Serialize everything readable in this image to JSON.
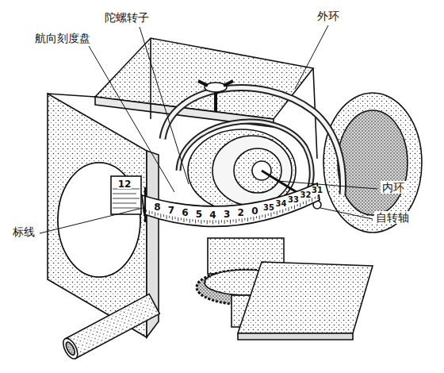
{
  "diagram": {
    "labels": [
      "陀螺转子",
      "外环",
      "航向刻度盘",
      "内环",
      "12",
      "8",
      "7",
      "6",
      "5",
      "4",
      "3",
      "2",
      "0",
      "35",
      "34",
      "33",
      "32",
      "31",
      "自转轴",
      "标线"
    ]
  }
}
